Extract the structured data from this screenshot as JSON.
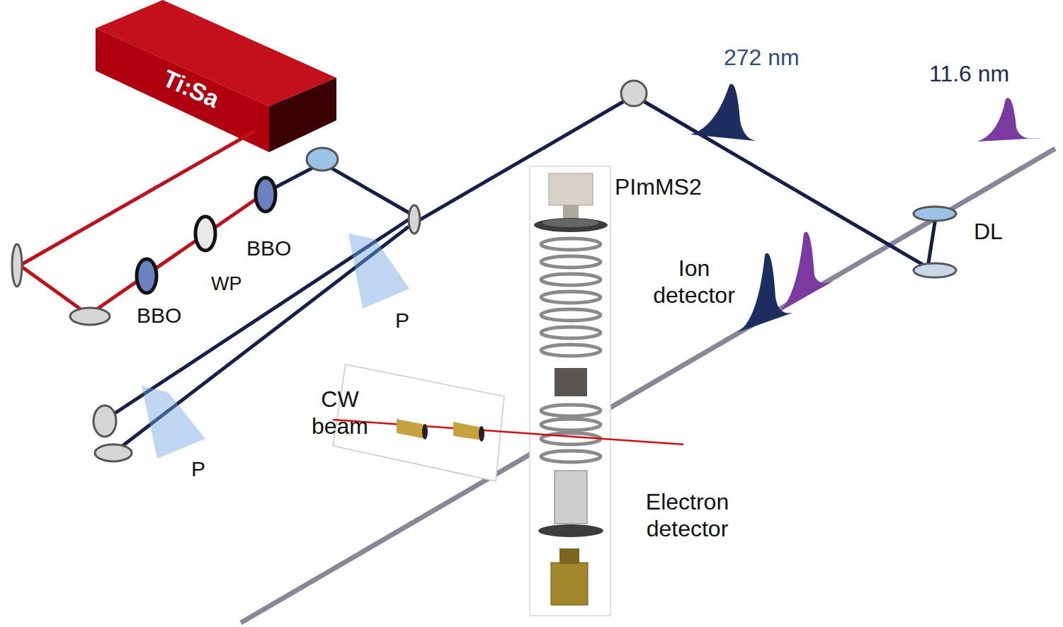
{
  "diagram": {
    "nodes": [
      {
        "text": [
          "Ti:Sa"
        ]
      }
    ],
    "labels": [
      "272 nm",
      "11.6 nm",
      "PImMS2",
      "BBO",
      "DL",
      "WP",
      "Ion detector",
      "BBO",
      "P",
      "CW beam",
      "P",
      "Electron detector"
    ]
  }
}
